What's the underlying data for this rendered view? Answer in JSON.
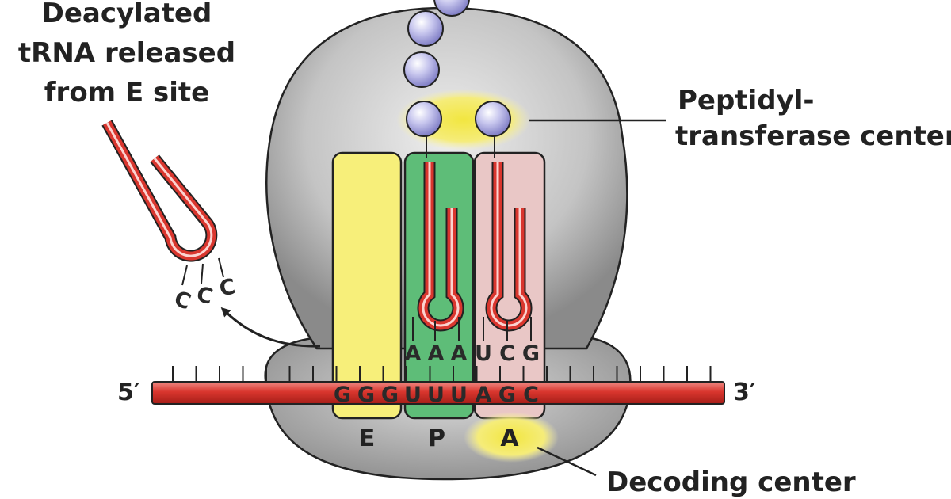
{
  "labels": {
    "deacylated_line1": "Deacylated",
    "deacylated_line2": "tRNA released",
    "deacylated_line3": "from E site",
    "ptc_line1": "Peptidyl-",
    "ptc_line2": "transferase center",
    "decoding_center": "Decoding center"
  },
  "mrna": {
    "five_prime": "5′",
    "three_prime": "3′",
    "codon_bases": [
      "G",
      "G",
      "G",
      "U",
      "U",
      "U",
      "A",
      "G",
      "C"
    ]
  },
  "anticodons": {
    "p_site": [
      "A",
      "A",
      "A"
    ],
    "a_site": [
      "U",
      "C",
      "G"
    ],
    "released": [
      "C",
      "C",
      "C"
    ]
  },
  "sites": {
    "e": "E",
    "p": "P",
    "a": "A"
  },
  "colors": {
    "ribosome": "#c9c9c9",
    "e_site": "#f7ef7a",
    "p_site": "#5ebd78",
    "a_site": "#e9c7c6",
    "trna": "#d9362e",
    "highlight": "#f2e640"
  }
}
